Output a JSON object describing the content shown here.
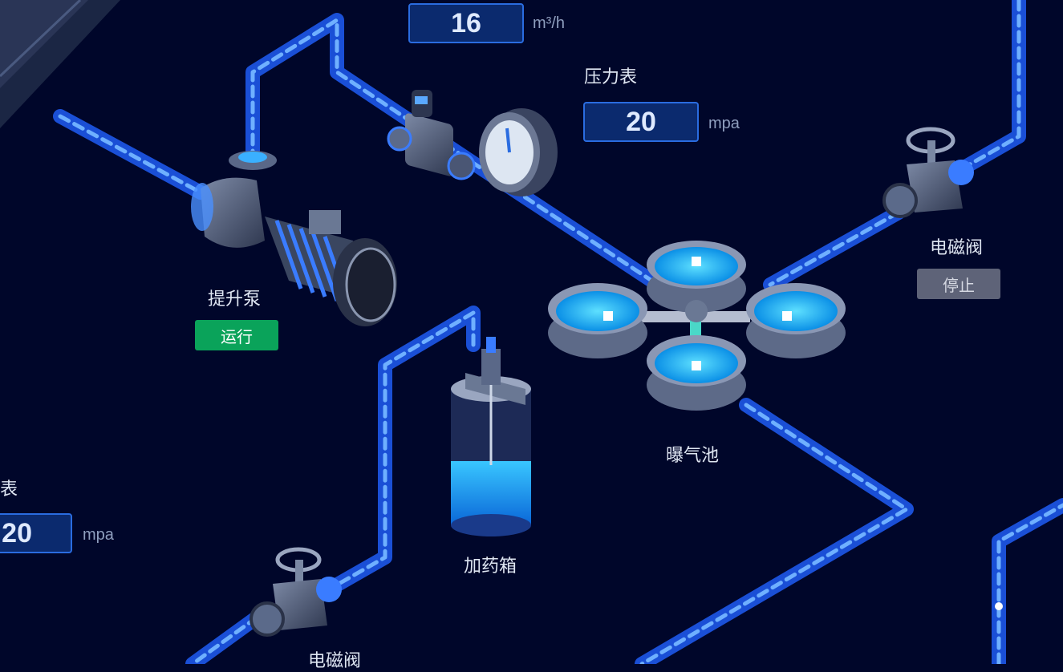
{
  "flow_meter": {
    "value": "16",
    "unit": "m³/h"
  },
  "pressure_gauge_top": {
    "label": "压力表",
    "value": "20",
    "unit": "mpa"
  },
  "pressure_gauge_left": {
    "label": "表",
    "value": "20",
    "unit": "mpa"
  },
  "lift_pump": {
    "label": "提升泵",
    "status": "运行"
  },
  "valve_right": {
    "label": "电磁阀",
    "status": "停止"
  },
  "valve_bottom": {
    "label": "电磁阀"
  },
  "aeration_tank": {
    "label": "曝气池"
  },
  "dosing_tank": {
    "label": "加药箱"
  },
  "colors": {
    "pipe": "#1a4fd6",
    "pipe_flow": "#6fb0ff",
    "running": "#0aa35a",
    "stopped": "#5e6378",
    "background": "#00062a"
  }
}
